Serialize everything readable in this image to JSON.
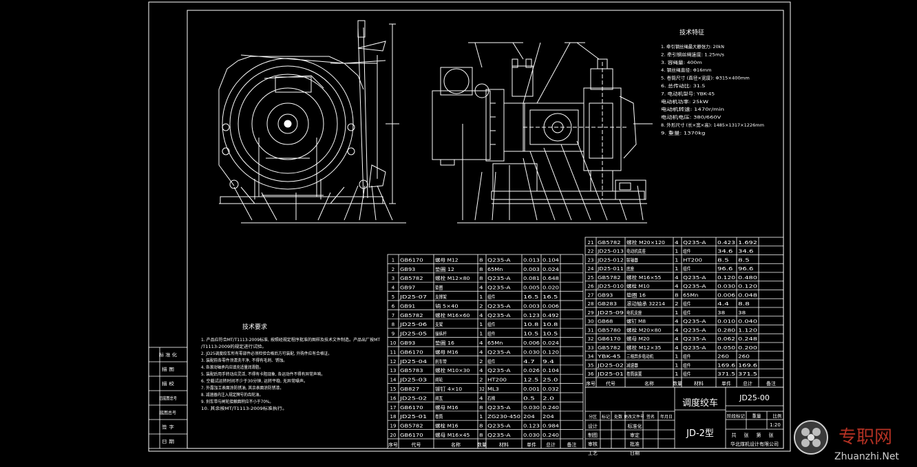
{
  "title_block": {
    "name": "调度绞车",
    "model": "JD-2型",
    "drawing_no": "JD25-00",
    "scale": "1:20",
    "row_labels": [
      "设计",
      "制图",
      "审核",
      "工艺"
    ],
    "col_labels": [
      "分区",
      "标记",
      "处数",
      "更改文件号",
      "签名",
      "年月日"
    ],
    "approval_labels": [
      "标准化",
      "审定",
      "批准",
      "日期"
    ],
    "weight_labels": [
      "阶段标记",
      "重量",
      "比例"
    ],
    "sheet_labels": [
      "共",
      "张",
      "第",
      "张"
    ],
    "company": "华北煤机设计有限公司"
  },
  "tech_features": {
    "heading": "技术特征",
    "items": [
      "1. 牵引钢丝绳最大静张力:  20kN",
      "2. 牵引钢丝绳速度:  1.25m/s",
      "3. 容绳量:  400m",
      "4. 钢丝绳直径:  Φ16mm",
      "5. 卷筒尺寸 (直径×宽度):  Φ315×400mm",
      "6. 总传动比:  31.5",
      "7. 电动机型号:  YBK-45",
      "   电动机功率:  25kW",
      "   电动机转速:  1470r/min",
      "   电动机电压:  380/660V",
      "8. 外形尺寸 (长×宽×高):  1485×1317×1226mm",
      "9. 重量:  1370kg"
    ]
  },
  "tech_requirements": {
    "heading": "技术要求",
    "items": [
      "1. 产品应符合MT/T1113-2009标准, 按照经规定程序批准的图样及技术文件制造。产品出厂按MT/T1113-2009的规定进行试验。",
      "2. JD25调度绞车所有零部件必须检验合格后方可装配, 外购件应有合格证。",
      "3. 装配前各零件须清洗干净, 不得有毛刺、锈蚀。",
      "4. 各滚动轴承内应填充适量润滑脂。",
      "5. 装配后用手转动应灵活, 不得有卡阻现象, 各运动件不得有异常声响。",
      "6. 空载试运转时间不少于30分钟, 运转平稳, 无异常噪声。",
      "7. 外露加工表面涂防锈油, 其余表面涂防锈漆。",
      "8. 减速器内注入规定牌号的齿轮油。",
      "9. 刹车带与闸轮接触面积应不小于70%。",
      "10. 其余按MT/T1113-2009标准执行。"
    ]
  },
  "side_stamp": [
    "标 准 化",
    "描 图",
    "描 校",
    "旧底图总号",
    "底图总号",
    "签 字",
    "日 期"
  ],
  "parts_table_left": {
    "col_labels": [
      "序号",
      "代号",
      "名称",
      "数量",
      "材料",
      "单件",
      "总计",
      "备注"
    ],
    "rows": [
      [
        "GB6170",
        "螺母 M12",
        "8",
        "Q235-A",
        "0.013",
        "0.104",
        ""
      ],
      [
        "GB93",
        "垫圈 12",
        "8",
        "65Mn",
        "0.003",
        "0.024",
        ""
      ],
      [
        "GB5782",
        "螺栓 M12×80",
        "8",
        "Q235-A",
        "0.081",
        "0.648",
        ""
      ],
      [
        "GB97",
        "垫圈",
        "4",
        "Q235-A",
        "0.005",
        "0.020",
        ""
      ],
      [
        "JD25-07",
        "支撑架",
        "1",
        "组件",
        "16.5",
        "16.5",
        ""
      ],
      [
        "GB91",
        "销 5×40",
        "2",
        "Q235-A",
        "0.003",
        "0.006",
        ""
      ],
      [
        "GB5782",
        "螺栓 M16×60",
        "4",
        "Q235-A",
        "0.123",
        "0.492",
        ""
      ],
      [
        "JD25-06",
        "支架",
        "1",
        "组件",
        "10.8",
        "10.8",
        ""
      ],
      [
        "JD25-05",
        "操纵杆",
        "1",
        "组件",
        "10.5",
        "10.5",
        ""
      ],
      [
        "GB93",
        "垫圈 16",
        "4",
        "65Mn",
        "0.006",
        "0.024",
        ""
      ],
      [
        "GB6170",
        "螺母 M16",
        "4",
        "Q235-A",
        "0.030",
        "0.120",
        ""
      ],
      [
        "JD25-04",
        "刹车带",
        "2",
        "组件",
        "4.7",
        "9.4",
        ""
      ],
      [
        "GB5783",
        "螺栓 M10×30",
        "4",
        "Q235-A",
        "0.026",
        "0.104",
        ""
      ],
      [
        "JD25-03",
        "闸轮",
        "2",
        "HT200",
        "12.5",
        "25.0",
        ""
      ],
      [
        "GB827",
        "铆钉 4×10",
        "32",
        "ML3",
        "0.001",
        "0.032",
        ""
      ],
      [
        "JD25-02",
        "闸瓦",
        "4",
        "石棉",
        "0.5",
        "2.0",
        ""
      ],
      [
        "GB6170",
        "螺母 M16",
        "8",
        "Q235-A",
        "0.030",
        "0.240",
        ""
      ],
      [
        "JD25-01",
        "卷筒",
        "1",
        "ZG230-450",
        "204",
        "204",
        ""
      ],
      [
        "GB5782",
        "螺栓 M16",
        "8",
        "Q235-A",
        "0.123",
        "0.984",
        ""
      ],
      [
        "GB6170",
        "螺母 M16×45",
        "8",
        "Q235-A",
        "0.030",
        "0.240",
        ""
      ]
    ]
  },
  "parts_table_right": {
    "col_labels": [
      "序号",
      "代号",
      "名称",
      "数量",
      "材料",
      "单件",
      "总计",
      "备注"
    ],
    "rows": [
      [
        "GB5782",
        "螺栓 M20×120",
        "4",
        "Q235-A",
        "0.423",
        "1.692",
        ""
      ],
      [
        "JD25-013",
        "电动机底座",
        "1",
        "组件",
        "34.6",
        "34.6",
        ""
      ],
      [
        "JD25-012",
        "联轴器",
        "1",
        "HT200",
        "8.5",
        "8.5",
        ""
      ],
      [
        "JD25-011",
        "底座",
        "1",
        "组件",
        "96.6",
        "96.6",
        ""
      ],
      [
        "GB5782",
        "螺栓 M16×55",
        "4",
        "Q235-A",
        "0.120",
        "0.480",
        ""
      ],
      [
        "JD25-010",
        "螺栓 M10",
        "4",
        "Q235-A",
        "0.030",
        "0.120",
        ""
      ],
      [
        "GB93",
        "垫圈 16",
        "8",
        "65Mn",
        "0.006",
        "0.048",
        ""
      ],
      [
        "GB283",
        "滚动轴承 32214",
        "2",
        "组件",
        "4.4",
        "8.8",
        ""
      ],
      [
        "JD25-09",
        "电机支座",
        "1",
        "组件",
        "38",
        "38",
        ""
      ],
      [
        "GB68",
        "螺钉 M8",
        "4",
        "Q235-A",
        "0.010",
        "0.040",
        ""
      ],
      [
        "GB5780",
        "螺栓 M20×80",
        "4",
        "Q235-A",
        "0.280",
        "1.120",
        ""
      ],
      [
        "GB6170",
        "螺母 M20",
        "4",
        "Q235-A",
        "0.062",
        "0.248",
        ""
      ],
      [
        "GB5782",
        "螺栓 M12×35",
        "4",
        "Q235-A",
        "0.050",
        "0.200",
        ""
      ],
      [
        "YBK-45",
        "三相异步电动机",
        "1",
        "组件",
        "260",
        "260",
        ""
      ],
      [
        "JD25-02",
        "减速器",
        "1",
        "组件",
        "169.6",
        "169.6",
        ""
      ],
      [
        "JD25-01",
        "卷筒装置",
        "1",
        "组件",
        "371.5",
        "371.5",
        ""
      ]
    ]
  },
  "colors": {
    "line": "#ffffff",
    "background": "#000000",
    "watermark": "#cfcfcf",
    "watermark_red": "#d23a2a"
  },
  "watermark": {
    "cn": "专职网",
    "en": "Zhuanzhi.Net"
  }
}
